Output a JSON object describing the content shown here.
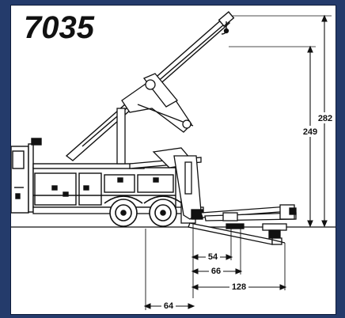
{
  "title": "7035",
  "dimensions": {
    "height_max": "282",
    "height_hook": "249",
    "reach_a": "54",
    "reach_b": "66",
    "reach_c": "128",
    "retracted": "64"
  },
  "colors": {
    "background": "#243b6b",
    "panel": "#ffffff",
    "line": "#111111"
  }
}
